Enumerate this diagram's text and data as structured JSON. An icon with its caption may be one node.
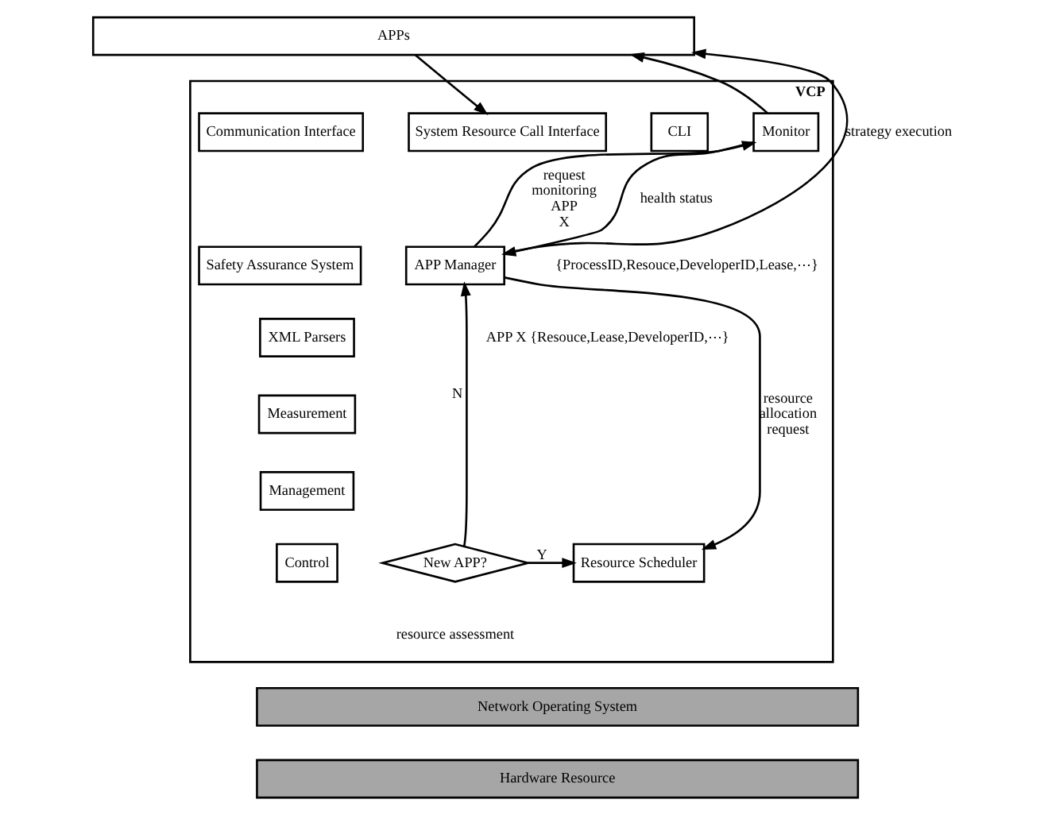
{
  "diagram": {
    "nodes": [
      {
        "text": [
          "APPs"
        ]
      },
      {
        "text": [
          "VCP"
        ]
      },
      {
        "text": [
          "Communication Interface"
        ],
        "in": 1
      },
      {
        "text": [
          "System Resource Call Interface"
        ],
        "in": 1
      },
      {
        "text": [
          "CLI"
        ],
        "in": 1
      },
      {
        "text": [
          "Monitor"
        ],
        "in": 1
      },
      {
        "text": [
          "Safety Assurance System"
        ],
        "in": 1
      },
      {
        "text": [
          "APP Manager"
        ],
        "in": 1
      },
      {
        "text": [
          "XML Parsers"
        ],
        "in": 1
      },
      {
        "text": [
          "Measurement"
        ],
        "in": 1
      },
      {
        "text": [
          "Management"
        ],
        "in": 1
      },
      {
        "text": [
          "Control"
        ],
        "in": 1
      },
      {
        "text": [
          "New APP?"
        ],
        "in": 1
      },
      {
        "text": [
          "Resource Scheduler"
        ],
        "in": 1
      },
      {
        "text": [
          "Network Operating System"
        ]
      },
      {
        "text": [
          "Hardware Resource"
        ]
      }
    ],
    "edges": [
      {
        "from": 0,
        "to": 3,
        "arrow": "to"
      },
      {
        "from": 5,
        "to": 0,
        "arrow": "to"
      },
      {
        "from": 7,
        "to": 0,
        "arrow": "to",
        "label": "strategy execution"
      },
      {
        "from": 5,
        "to": 7,
        "arrow": "to",
        "label": "health status"
      },
      {
        "from": 7,
        "to": 5,
        "arrow": "to",
        "label": "request monitoring APP X"
      },
      {
        "from": 7,
        "to": 13,
        "arrow": "to",
        "label": "resource allocation request"
      },
      {
        "from": 12,
        "to": 7,
        "arrow": "to",
        "label": "N"
      },
      {
        "from": 12,
        "to": 13,
        "arrow": "to",
        "label": "Y"
      }
    ],
    "labels": [
      "{ProcessID,Resouce,DeveloperID,Lease,⋯}",
      "APP X {Resouce,Lease,DeveloperID,⋯}",
      "resource assessment"
    ]
  }
}
